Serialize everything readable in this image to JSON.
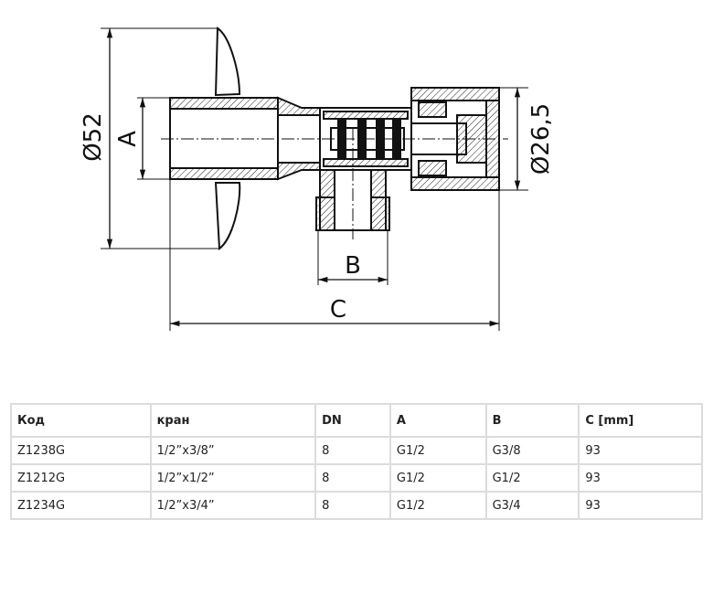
{
  "drawing": {
    "dim_outer": "Ø52",
    "dim_a": "A",
    "dim_nut": "Ø26,5",
    "dim_b": "B",
    "dim_c": "C"
  },
  "table": {
    "headers": [
      "Код",
      "кран",
      "DN",
      "A",
      "B",
      "C [mm]"
    ],
    "rows": [
      [
        "Z1238G",
        "1/2”x3/8”",
        "8",
        "G1/2",
        "G3/8",
        "93"
      ],
      [
        "Z1212G",
        "1/2”x1/2”",
        "8",
        "G1/2",
        "G1/2",
        "93"
      ],
      [
        "Z1234G",
        "1/2”x3/4”",
        "8",
        "G1/2",
        "G3/4",
        "93"
      ]
    ]
  }
}
